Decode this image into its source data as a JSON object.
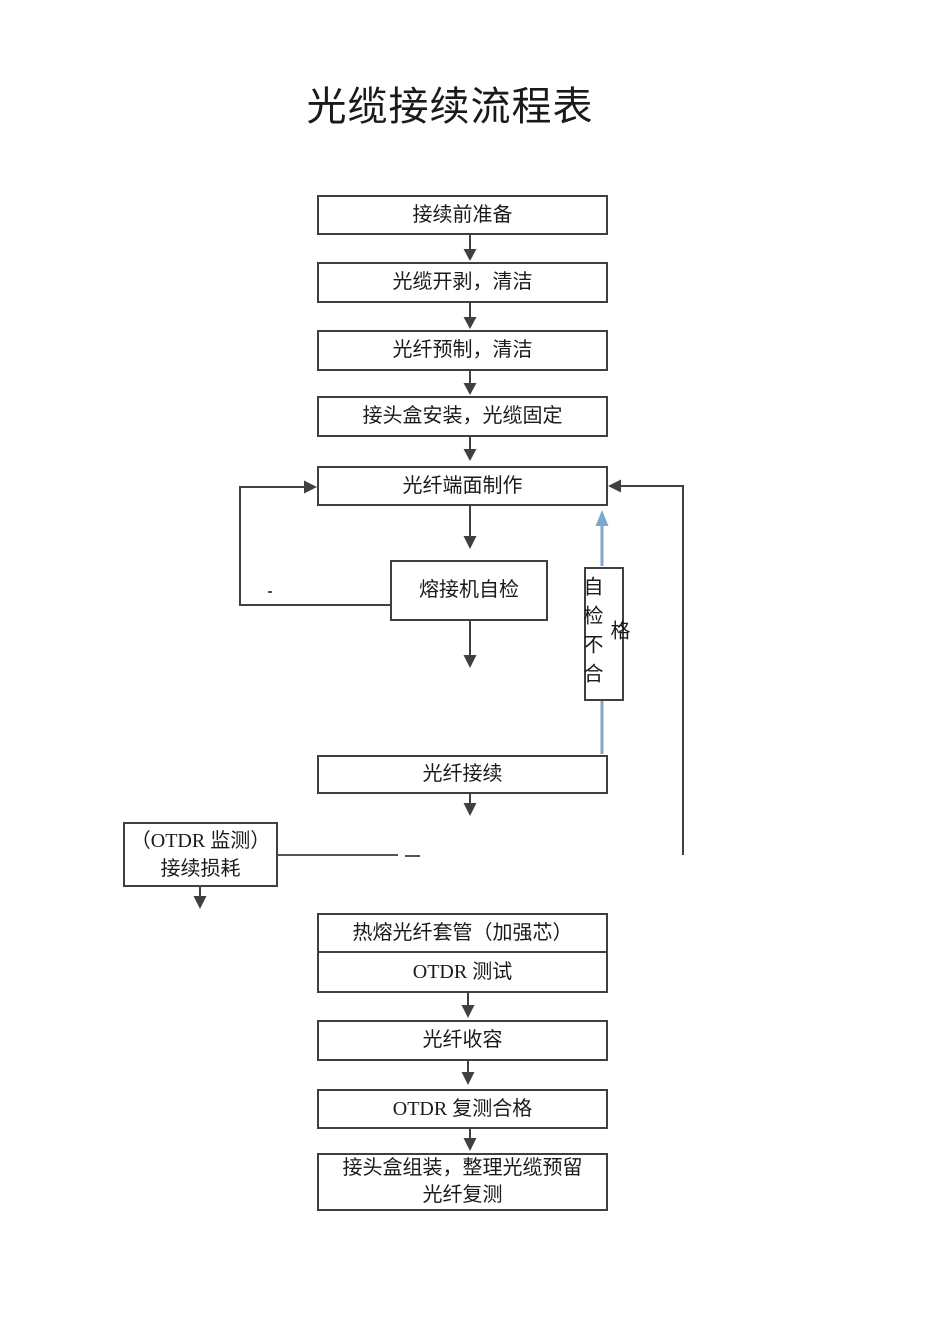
{
  "page": {
    "title": "光缆接续流程表"
  },
  "flow": {
    "nodes": [
      {
        "label": "接续前准备"
      },
      {
        "label": "光缆开剥，清洁"
      },
      {
        "label": "光纤预制，清洁"
      },
      {
        "label": "接头盒安装，光缆固定"
      },
      {
        "label": "光纤端面制作"
      },
      {
        "label": "熔接机自检"
      },
      {
        "label": "光纤接续"
      },
      {
        "label": "热熔光纤套管（加强芯）"
      },
      {
        "label": "OTDR 测试"
      },
      {
        "label": "光纤收容"
      },
      {
        "label": "OTDR 复测合格"
      },
      {
        "label": "接头盒组装，整理光缆预留",
        "label2": "光纤复测"
      }
    ],
    "annotations": {
      "self_check_fail": "自检不合格",
      "otdr_monitor_line1": "（OTDR 监测）",
      "otdr_monitor_line2": "接续损耗"
    },
    "colors": {
      "line": "#404040",
      "blue_arrow": "#7EA7CE",
      "dash": "#555555"
    }
  }
}
